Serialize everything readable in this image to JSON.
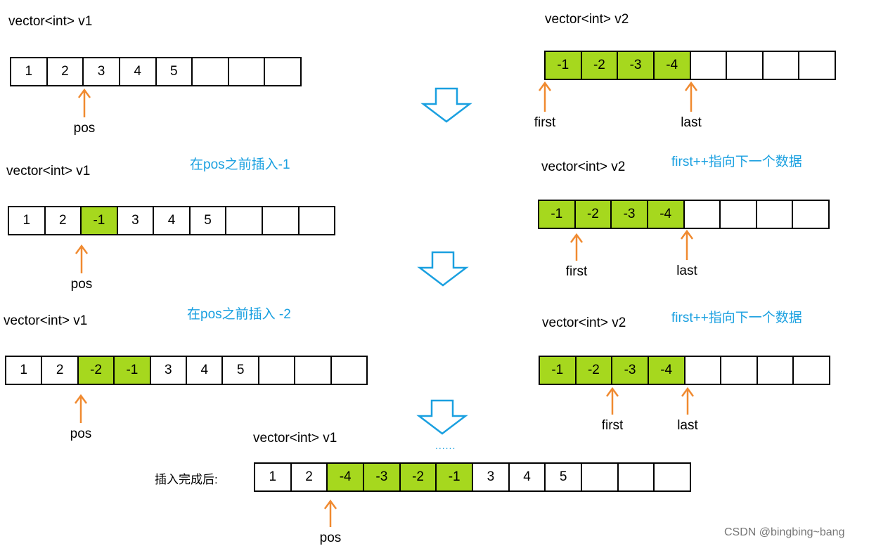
{
  "v1_title": "vector<int> v1",
  "v2_title": "vector<int> v2",
  "pos_label": "pos",
  "first_label": "first",
  "last_label": "last",
  "step1_note": "在pos之前插入-1",
  "step2_note": "在pos之前插入 -2",
  "v2_advance_note": "first++指向下一个数据",
  "ellipsis": "......",
  "complete_label": "插入完成后:",
  "watermark": "CSDN @bingbing~bang",
  "colors": {
    "highlight": "#a6d81e",
    "pointer": "#f08a30",
    "flow_arrow": "#1aa0e0",
    "note": "#1aa0e0"
  },
  "stages": [
    {
      "v1_cells": [
        "1",
        "2",
        "3",
        "4",
        "5",
        "",
        "",
        ""
      ],
      "v1_highlight": [],
      "v2_cells": [
        "-1",
        "-2",
        "-3",
        "-4",
        "",
        "",
        "",
        ""
      ],
      "v2_highlight": [
        0,
        1,
        2,
        3
      ]
    },
    {
      "v1_cells": [
        "1",
        "2",
        "-1",
        "3",
        "4",
        "5",
        "",
        "",
        ""
      ],
      "v1_highlight": [
        2
      ],
      "v2_cells": [
        "-1",
        "-2",
        "-3",
        "-4",
        "",
        "",
        "",
        ""
      ],
      "v2_highlight": [
        0,
        1,
        2,
        3
      ]
    },
    {
      "v1_cells": [
        "1",
        "2",
        "-2",
        "-1",
        "3",
        "4",
        "5",
        "",
        "",
        ""
      ],
      "v1_highlight": [
        2,
        3
      ],
      "v2_cells": [
        "-1",
        "-2",
        "-3",
        "-4",
        "",
        "",
        "",
        ""
      ],
      "v2_highlight": [
        0,
        1,
        2,
        3
      ]
    },
    {
      "v1_cells": [
        "1",
        "2",
        "-4",
        "-3",
        "-2",
        "-1",
        "3",
        "4",
        "5",
        "",
        "",
        ""
      ],
      "v1_highlight": [
        2,
        3,
        4,
        5
      ]
    }
  ]
}
